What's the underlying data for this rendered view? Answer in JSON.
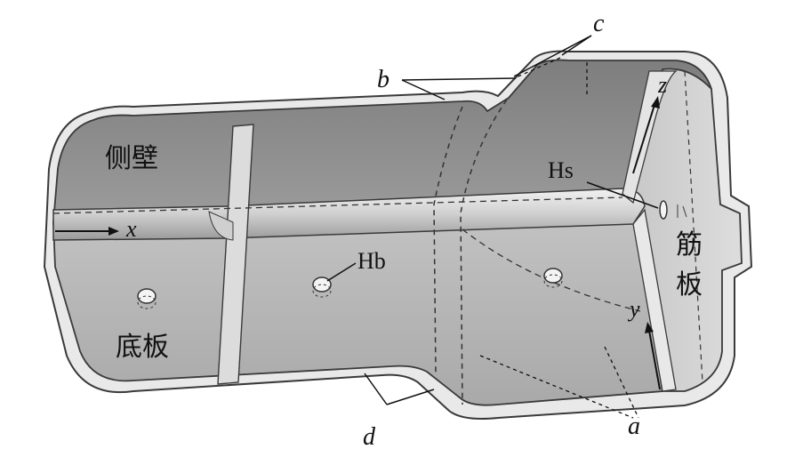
{
  "labels": {
    "side_wall": "侧壁",
    "bottom_plate": "底板",
    "rib_plate_1": "筋",
    "rib_plate_2": "板",
    "hole_bottom": "Hb",
    "hole_side": "Hs",
    "a": "a",
    "b": "b",
    "c": "c",
    "d": "d",
    "x": "x",
    "y": "y",
    "z": "z"
  },
  "colors": {
    "side_wall": "#8f8f8f",
    "bottom": "#b7b7b7",
    "rib": "#d2d2d2",
    "outline": "#3a3a3a",
    "flange": "#e6e6e6"
  }
}
